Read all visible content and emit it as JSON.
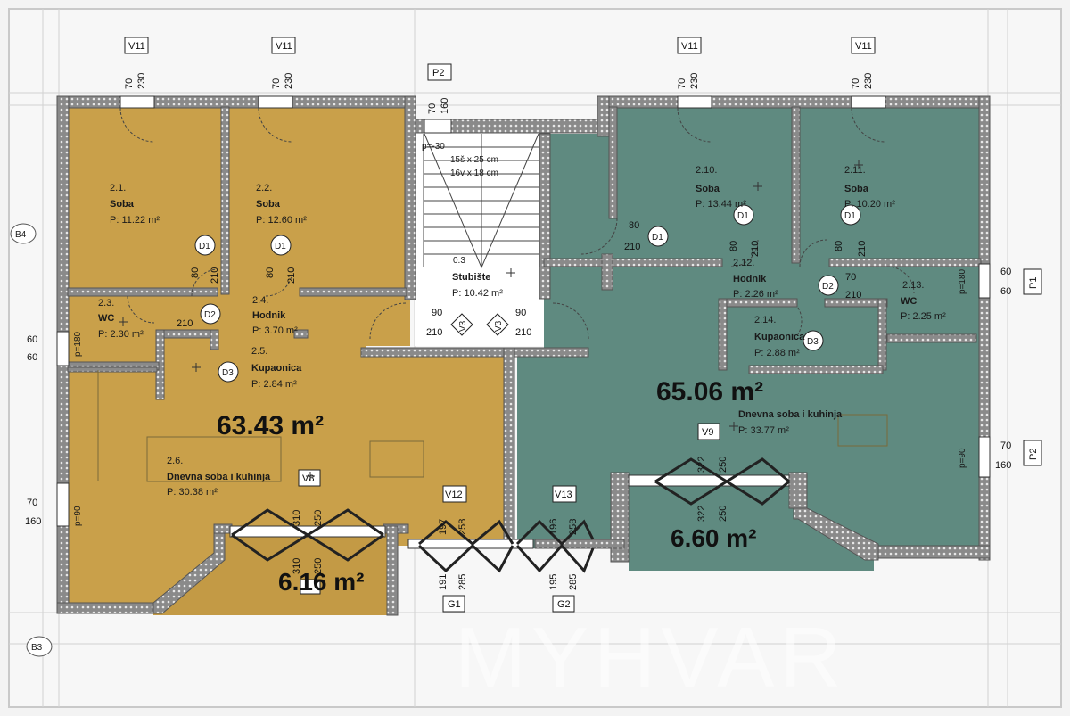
{
  "colors": {
    "apartment_left": "#c9a04a",
    "apartment_right": "#5f8a80",
    "wall": "#6e6e6e",
    "background": "#f4f4f4"
  },
  "totals": {
    "left_area": "63.43 m²",
    "right_area": "65.06 m²",
    "left_balcony": "6.16 m²",
    "right_balcony": "6.60 m²"
  },
  "rooms": [
    {
      "num": "2.1.",
      "name": "Soba",
      "area": "P: 11.22 m²"
    },
    {
      "num": "2.2.",
      "name": "Soba",
      "area": "P: 12.60 m²"
    },
    {
      "num": "2.3.",
      "name": "WC",
      "area": "P: 2.30 m²"
    },
    {
      "num": "2.4.",
      "name": "Hodnik",
      "area": "P: 3.70 m²"
    },
    {
      "num": "2.5.",
      "name": "Kupaonica",
      "area": "P: 2.84 m²"
    },
    {
      "num": "2.6.",
      "name": "Dnevna soba i kuhinja",
      "area": "P: 30.38 m²"
    },
    {
      "num": "2.10.",
      "name": "Soba",
      "area": "P: 13.44 m²"
    },
    {
      "num": "2.11.",
      "name": "Soba",
      "area": "P: 10.20 m²"
    },
    {
      "num": "2.12.",
      "name": "Hodnik",
      "area": "P: 2.26 m²"
    },
    {
      "num": "2.13.",
      "name": "WC",
      "area": "P: 2.25 m²"
    },
    {
      "num": "2.14.",
      "name": "Kupaonica",
      "area": "P: 2.88 m²"
    },
    {
      "num": "",
      "name": "Dnevna soba i kuhinja",
      "area": "P: 33.77 m²"
    }
  ],
  "stairs": {
    "name": "Stubište",
    "area": "P: 10.42 m²",
    "spec1": "15š x 25 cm",
    "spec2": "16v x 18 cm",
    "level_top": "p=-30",
    "level_mid": "0.3"
  },
  "tags": {
    "v11": "V11",
    "p2": "P2",
    "p1": "P1",
    "v3": "V3",
    "v8": "V8",
    "v9": "V9",
    "v12": "V12",
    "v13": "V13",
    "g1": "G1",
    "g2": "G2",
    "d1": "D1",
    "d2": "D2",
    "d3": "D3",
    "b3": "B3",
    "b4": "B4"
  },
  "dims": {
    "d70": "70",
    "d230": "230",
    "d160": "160",
    "d60": "60",
    "d80": "80",
    "d90": "90",
    "d210": "210",
    "d180": "180",
    "d197": "197",
    "d196": "196",
    "d258": "258",
    "d191": "191",
    "d195": "195",
    "d285": "285",
    "d310": "310",
    "d250": "250",
    "d322": "322",
    "p90": "p=90",
    "p180": "p=180"
  },
  "watermark": "MYHVAR"
}
